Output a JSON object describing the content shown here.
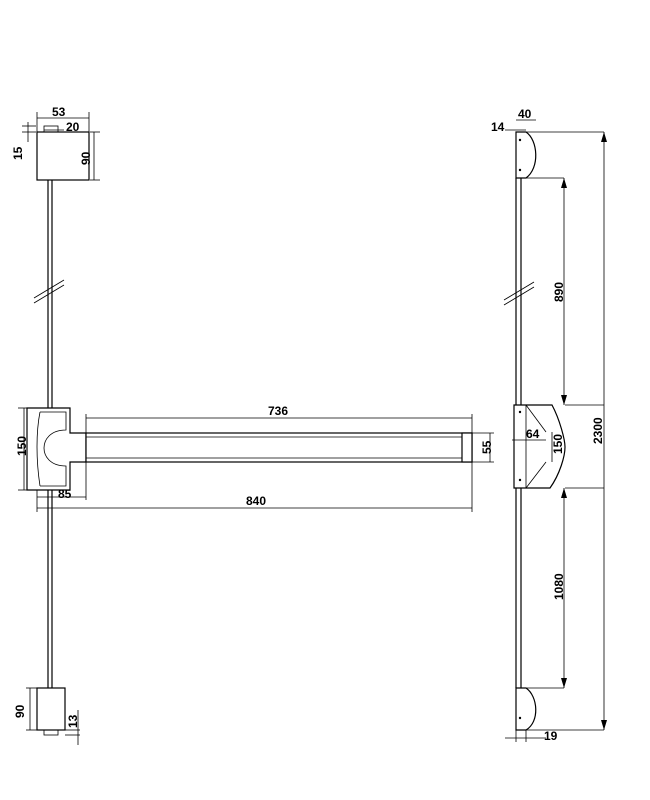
{
  "dimensions": {
    "top_width": "53",
    "top_offset": "20",
    "top_gap": "15",
    "top_height": "90",
    "bar_length": "736",
    "bracket_height": "150",
    "bar_thickness": "55",
    "bracket_depth": "85",
    "total_width": "840",
    "bottom_height": "90",
    "bottom_gap": "13",
    "side_width": "40",
    "side_offset": "14",
    "upper_rod": "890",
    "side_depth": "64",
    "side_bracket_height": "150",
    "lower_rod": "1080",
    "total_height": "2300",
    "bottom_offset": "19"
  }
}
